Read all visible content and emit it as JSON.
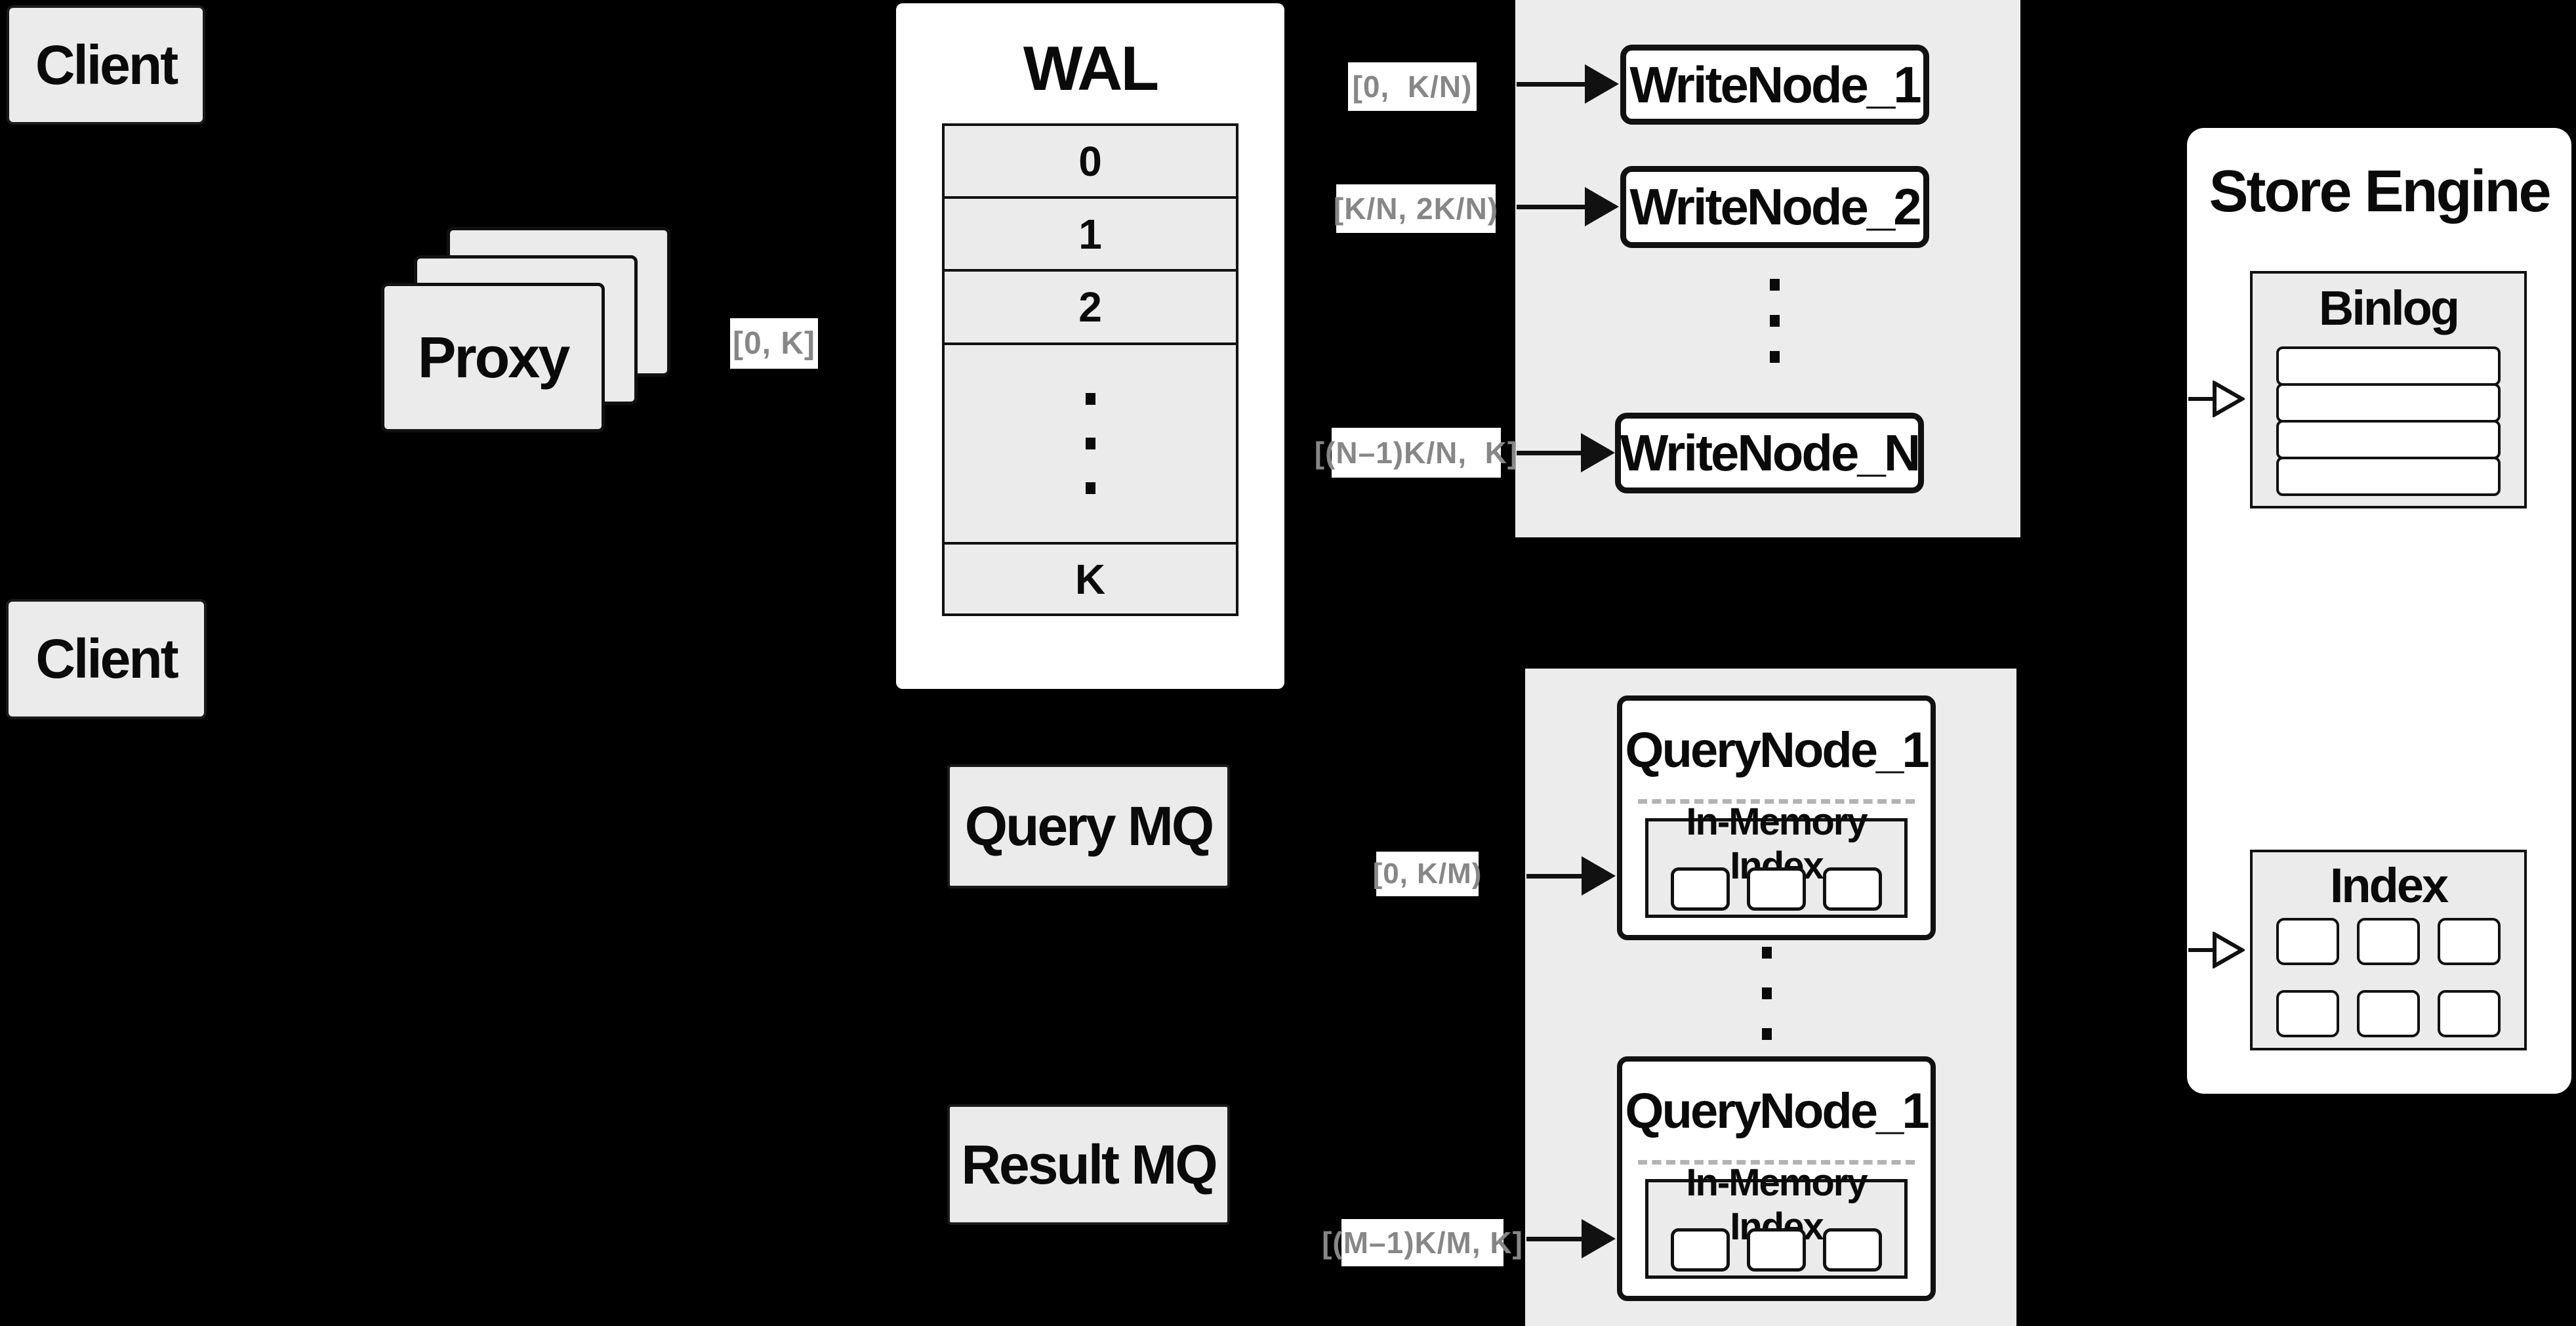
{
  "colors": {
    "background": "#000000",
    "panel_gray": "#ececec",
    "box_gray": "#ebebeb",
    "white": "#ffffff",
    "line_black": "#111111",
    "chip_text_gray": "#878787"
  },
  "clients": {
    "top_label": "Client",
    "bottom_label": "Client"
  },
  "proxy": {
    "label": "Proxy",
    "range_chip": "[0, K]"
  },
  "wal": {
    "title": "WAL",
    "segments": [
      "0",
      "1",
      "2"
    ],
    "last_segment": "K"
  },
  "write_cluster": {
    "nodes": [
      {
        "range": "[0,  K/N)",
        "label": "WriteNode_1"
      },
      {
        "range": "[K/N, 2K/N)",
        "label": "WriteNode_2"
      },
      {
        "range": "[(N–1)K/N,  K]",
        "label": "WriteNode_N"
      }
    ]
  },
  "queues": {
    "query_label": "Query MQ",
    "result_label": "Result MQ"
  },
  "query_cluster": {
    "nodes": [
      {
        "range": "[0, K/M)",
        "title": "QueryNode_1",
        "inner_title": "In-Memory Index"
      },
      {
        "range": "[(M–1)K/M, K]",
        "title": "QueryNode_1",
        "inner_title": "In-Memory Index"
      }
    ]
  },
  "store_engine": {
    "title": "Store Engine",
    "binlog": {
      "title": "Binlog",
      "row_count": 4
    },
    "index": {
      "title": "Index",
      "cell_count": 6
    }
  }
}
